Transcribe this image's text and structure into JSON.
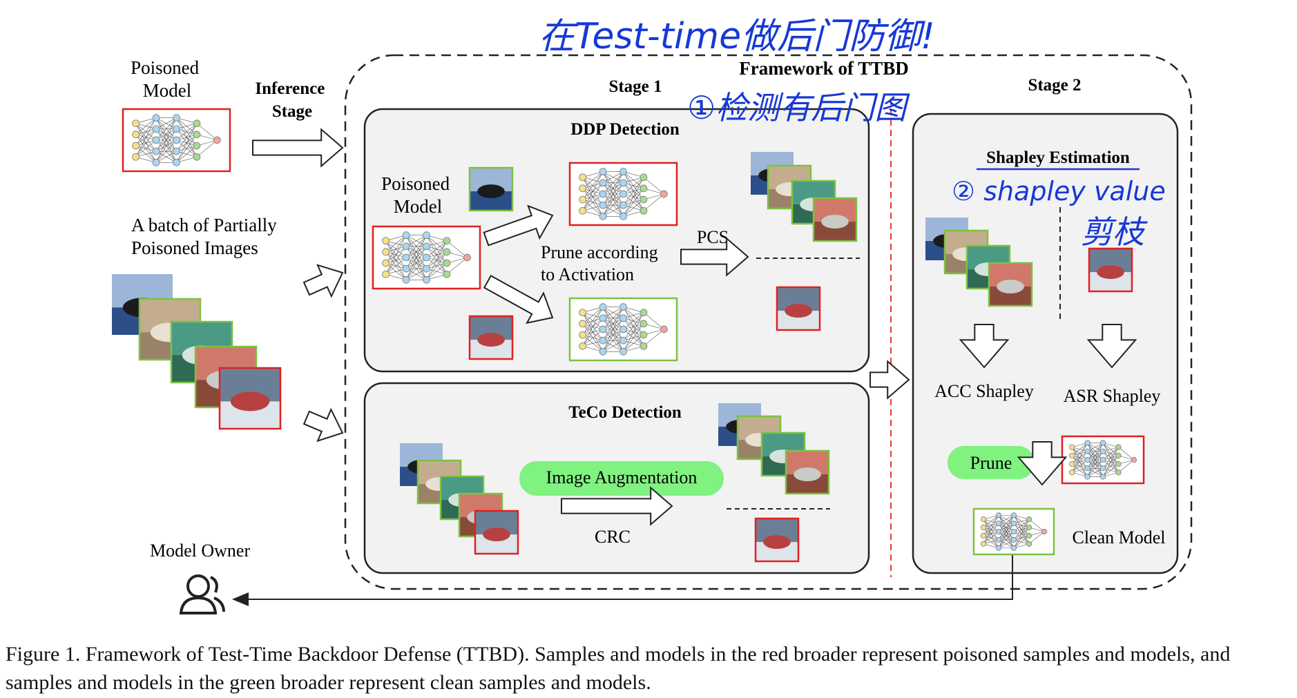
{
  "left": {
    "poisoned_model": [
      "Poisoned",
      "Model"
    ],
    "inference_stage": [
      "Inference",
      "Stage"
    ],
    "batch_label": [
      "A batch of Partially",
      "Poisoned Images"
    ],
    "model_owner": "Model Owner"
  },
  "framework": {
    "title": "Framework of TTBD",
    "stage1": "Stage 1",
    "stage2": "Stage 2"
  },
  "ddp": {
    "title": "DDP Detection",
    "poisoned_model": [
      "Poisoned",
      "Model"
    ],
    "prune_label": [
      "Prune according",
      "to Activation"
    ],
    "pcs": "PCS"
  },
  "teco": {
    "title": "TeCo Detection",
    "augmentation": "Image Augmentation",
    "crc": "CRC"
  },
  "stage2": {
    "shapley_title": "Shapley Estimation",
    "acc": "ACC Shapley",
    "asr": "ASR Shapley",
    "prune": "Prune",
    "clean_model": "Clean Model"
  },
  "annotations": {
    "top": "在Test-time做后门防御!",
    "detect": "①检测有后门图",
    "shapley": "② shapley value",
    "prune": "剪枝"
  },
  "caption": "Figure 1. Framework of Test-Time Backdoor Defense (TTBD). Samples and models in the red broader represent poisoned samples and models, and samples and models in the green broader represent clean samples and models.",
  "colors": {
    "poisoned_border": "#e02020",
    "clean_border": "#7dc142",
    "panel_bg": "#f2f2f2",
    "green_pill": "#7ff27f",
    "annotation_blue": "#1638d6",
    "divider_red": "#e53935",
    "node_yellow": "#f7e08a",
    "node_blue": "#a9d6f5",
    "node_green": "#a8dc8c",
    "node_red": "#f4a3a3"
  }
}
